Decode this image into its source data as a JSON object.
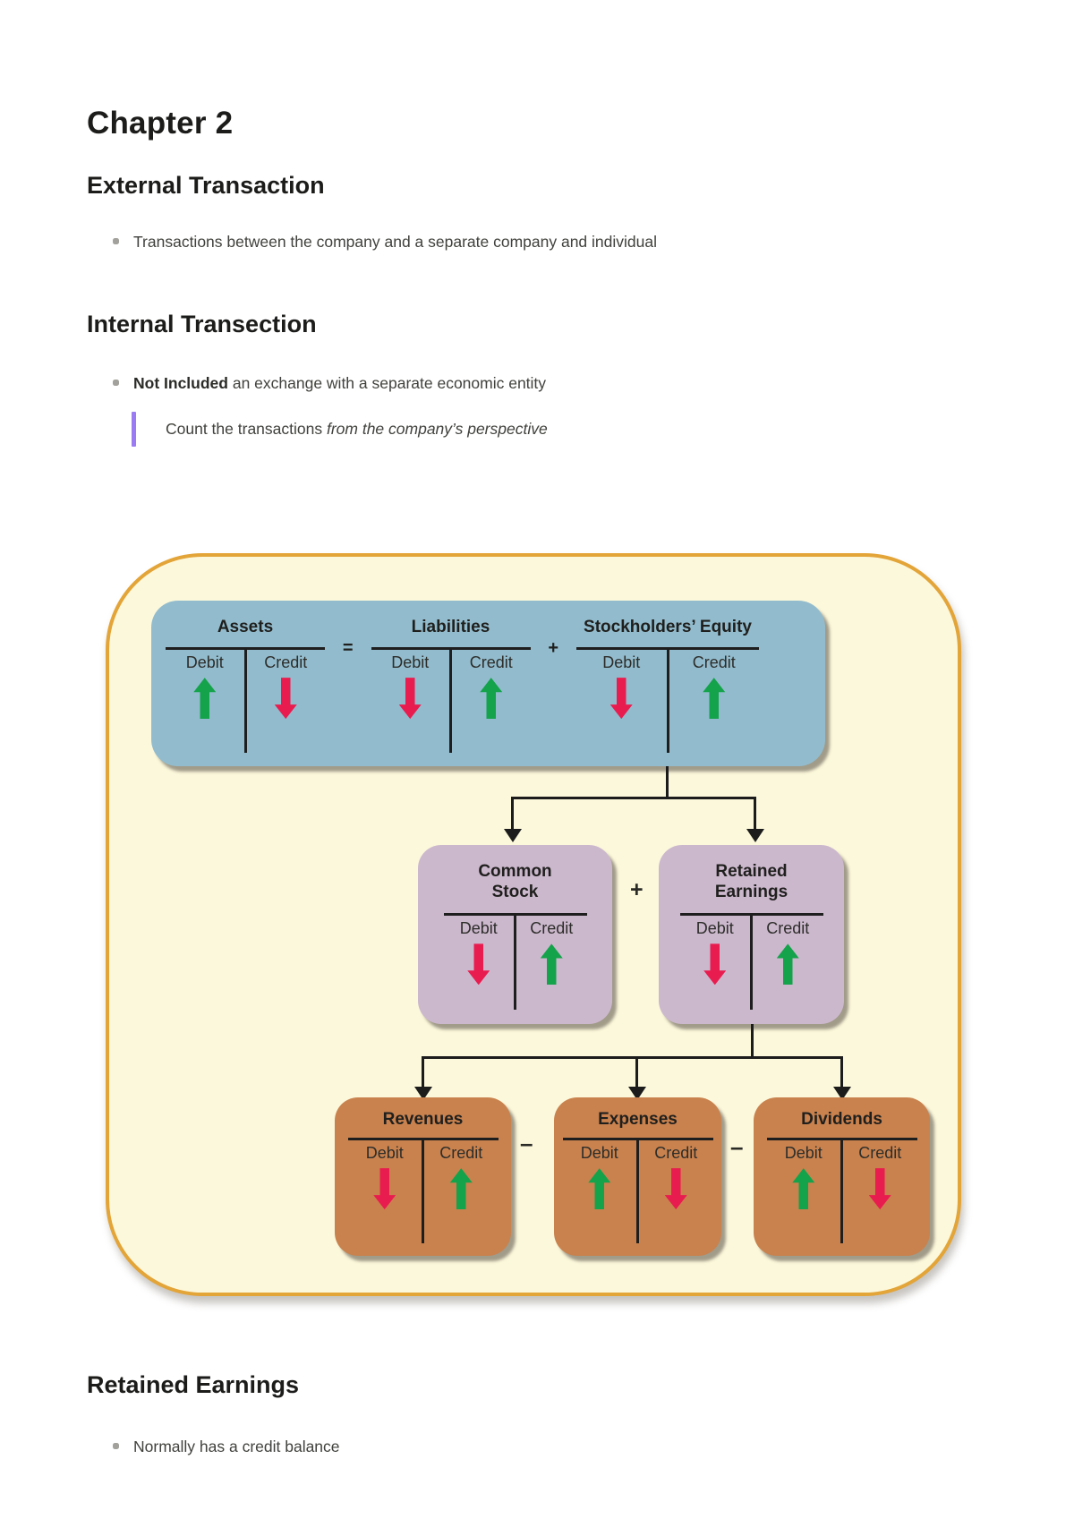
{
  "document": {
    "h1": "Chapter 2",
    "external": {
      "heading": "External Transaction",
      "bullet": "Transactions between the company and a separate company and individual"
    },
    "internal": {
      "heading": "Internal Transection",
      "bullet_bold": "Not Included",
      "bullet_rest": " an exchange with a separate economic entity",
      "quote_lead": "Count the transactions ",
      "quote_italic": "from the company’s perspective"
    },
    "retained": {
      "heading": "Retained Earnings",
      "bullet": "Normally has a credit balance"
    }
  },
  "diagram": {
    "operators": {
      "equals": "=",
      "plus": "+",
      "minus": "–"
    },
    "columns": {
      "debit": "Debit",
      "credit": "Credit"
    },
    "accounts": {
      "assets": {
        "label": "Assets",
        "debit_effect": "increase",
        "credit_effect": "decrease"
      },
      "liabilities": {
        "label": "Liabilities",
        "debit_effect": "decrease",
        "credit_effect": "increase"
      },
      "stockholders_equity": {
        "label": "Stockholders’ Equity",
        "debit_effect": "decrease",
        "credit_effect": "increase"
      },
      "common_stock": {
        "label_line1": "Common",
        "label_line2": "Stock",
        "debit_effect": "decrease",
        "credit_effect": "increase"
      },
      "retained_earnings": {
        "label_line1": "Retained",
        "label_line2": "Earnings",
        "debit_effect": "decrease",
        "credit_effect": "increase"
      },
      "revenues": {
        "label": "Revenues",
        "debit_effect": "decrease",
        "credit_effect": "increase"
      },
      "expenses": {
        "label": "Expenses",
        "debit_effect": "increase",
        "credit_effect": "decrease"
      },
      "dividends": {
        "label": "Dividends",
        "debit_effect": "increase",
        "credit_effect": "decrease"
      }
    },
    "colors": {
      "panel_bg": "#fcf8db",
      "panel_border": "#e3a438",
      "equation_box": "#92bccd",
      "equity_box": "#ccb8cd",
      "income_box": "#c9824e",
      "increase_arrow": "#14a24b",
      "decrease_arrow": "#e91c4f"
    }
  }
}
